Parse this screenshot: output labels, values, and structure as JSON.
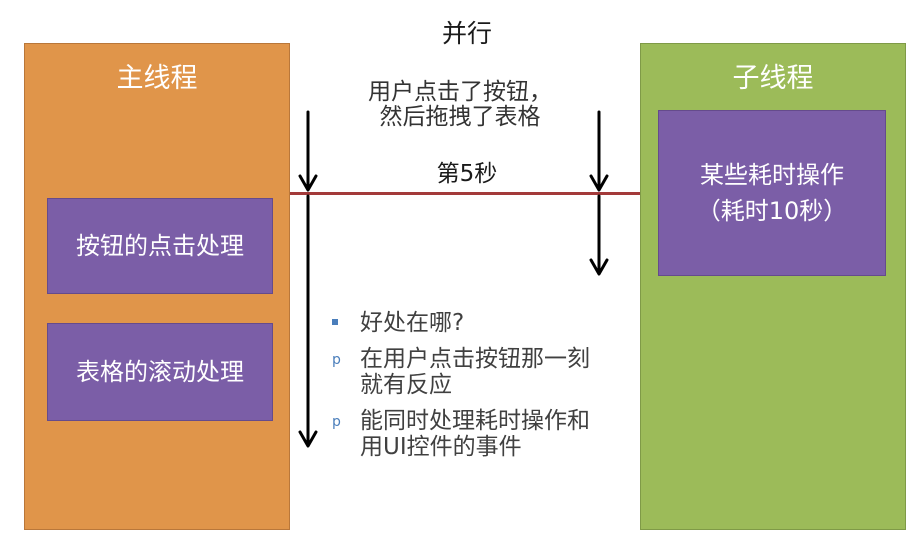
{
  "title": "并行",
  "main_thread": {
    "label": "主线程",
    "tasks": [
      {
        "label": "按钮的点击处理"
      },
      {
        "label": "表格的滚动处理"
      }
    ]
  },
  "child_thread": {
    "label": "子线程",
    "task": {
      "line1": "某些耗时操作",
      "line2": "（耗时10秒）"
    }
  },
  "event": {
    "line1": "用户点击了按钮，",
    "line2": "然后拖拽了表格"
  },
  "timeline_label": "第5秒",
  "bullets": [
    {
      "marker": "▪",
      "line1": "好处在哪?",
      "line2": ""
    },
    {
      "marker": "p",
      "line1": "在用户点击按钮那一刻",
      "line2": "就有反应"
    },
    {
      "marker": "p",
      "line1": "能同时处理耗时操作和",
      "line2": "用UI控件的事件"
    }
  ],
  "colors": {
    "main_panel": "#e0954a",
    "child_panel": "#9cbb59",
    "task_box": "#7b5ea7",
    "timeline": "#a33a3a",
    "bullet_marker": "#4a7ebb"
  }
}
